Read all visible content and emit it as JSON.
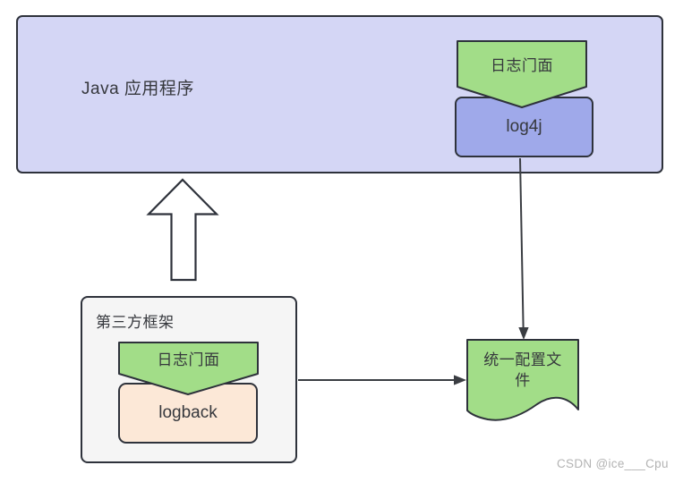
{
  "diagram": {
    "java_app_box": {
      "label": "Java 应用程序"
    },
    "top_facade_banner": {
      "label": "日志门面"
    },
    "log4j_box": {
      "label": "log4j"
    },
    "third_party_box": {
      "label": "第三方框架"
    },
    "bottom_facade_banner": {
      "label": "日志门面"
    },
    "logback_box": {
      "label": "logback"
    },
    "config_file": {
      "lines": [
        "统一配置文",
        "件"
      ]
    },
    "watermark": {
      "label": "CSDN @ice___Cpu"
    }
  },
  "colors": {
    "app_fill": "#d4d6f5",
    "log4j_fill": "#9fa9ea",
    "facade_fill": "#a2dd88",
    "logback_fill": "#fce8d7",
    "frame_fill": "#f5f5f5",
    "box_stroke": "#2e323b",
    "connector": "#3a3d42",
    "text": "#36383d",
    "watermark": "#b3b3b3",
    "canvas": "#ffffff"
  }
}
